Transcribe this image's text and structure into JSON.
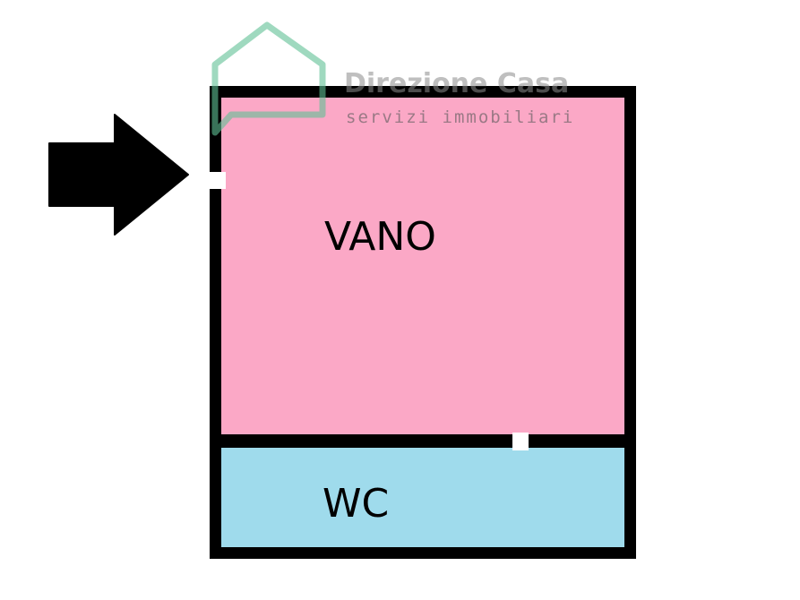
{
  "rooms": [
    {
      "id": "vano",
      "label": "VANO",
      "color": "#fba8c6"
    },
    {
      "id": "wc",
      "label": "WC",
      "color": "#9fdbec"
    }
  ],
  "wall_color": "#000000",
  "entrance_arrow": {
    "direction": "right",
    "color": "#000000"
  },
  "watermark": {
    "logo": "house-logo-icon",
    "title": "Direzione Casa",
    "subtitle": "servizi immobiliari",
    "logo_color": "#5fbf95"
  }
}
